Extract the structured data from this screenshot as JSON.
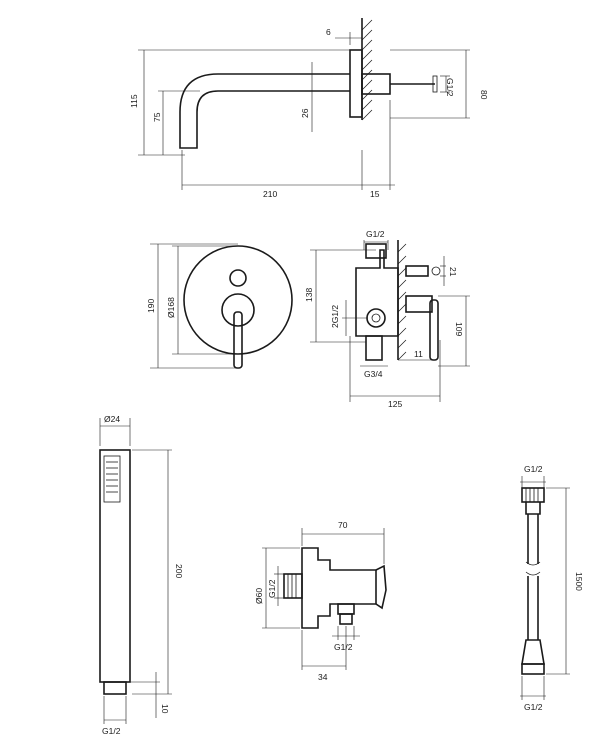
{
  "spout": {
    "dim_6": "6",
    "dim_115": "115",
    "dim_75": "75",
    "dim_26": "26",
    "dim_80": "80",
    "thread": "G1/2",
    "dim_210": "210",
    "dim_15": "15"
  },
  "mixer": {
    "thread_top": "G1/2",
    "dim_190": "190",
    "dia_168": "Ø168",
    "dim_138": "138",
    "thread_side": "2G1/2",
    "dim_21": "21",
    "dim_109": "109",
    "dim_11": "11",
    "thread_bottom": "G3/4",
    "dim_125": "125"
  },
  "hand_shower": {
    "dia_24": "Ø24",
    "dim_200": "200",
    "dim_10": "10",
    "thread": "G1/2"
  },
  "wall_outlet": {
    "dim_70": "70",
    "dia_60": "Ø60",
    "thread_left": "G1/2",
    "thread_bottom": "G1/2",
    "dim_34": "34"
  },
  "hose": {
    "thread_top": "G1/2",
    "dim_1500": "1500",
    "thread_bottom": "G1/2"
  }
}
